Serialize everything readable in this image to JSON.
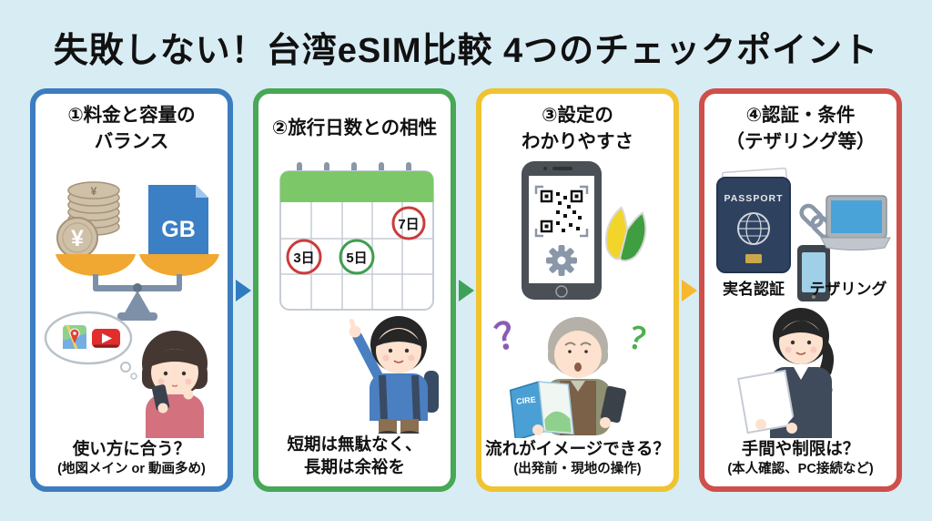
{
  "title": "失敗しない！台湾eSIM比較 4つのチェックポイント",
  "colors": {
    "bg": "#d8ecf4",
    "title": "#111111",
    "panel_blue": "#3c7dbf",
    "panel_green": "#47a855",
    "panel_yellow": "#f0c330",
    "panel_red": "#cf4f4a",
    "arrow_blue": "#2f7bbf",
    "arrow_green": "#3da257",
    "arrow_yellow": "#f5b82e"
  },
  "panels": [
    {
      "heading": [
        "①料金と容量の",
        "バランス"
      ],
      "caption": [
        "使い方に合う？",
        "(地図メイン or 動画多め)"
      ],
      "scale": {
        "coin_symbol": "¥",
        "gb_label": "GB"
      }
    },
    {
      "heading": [
        "②旅行日数との相性",
        ""
      ],
      "caption": [
        "短期は無駄なく、",
        "長期は余裕を"
      ],
      "calendar": {
        "day3": "3日",
        "day5": "5日",
        "day7": "7日"
      }
    },
    {
      "heading": [
        "③設定の",
        "わかりやすさ"
      ],
      "caption": [
        "流れがイメージできる？",
        "(出発前・現地の操作)"
      ],
      "question_mark": "？",
      "book_label": "CIRE"
    },
    {
      "heading": [
        "④認証・条件",
        "（テザリング等）"
      ],
      "caption": [
        "手間や制限は？",
        "(本人確認、PC接続など)"
      ],
      "labels": {
        "passport": "PASSPORT",
        "real_name": "実名認証",
        "tethering": "テザリング"
      }
    }
  ]
}
